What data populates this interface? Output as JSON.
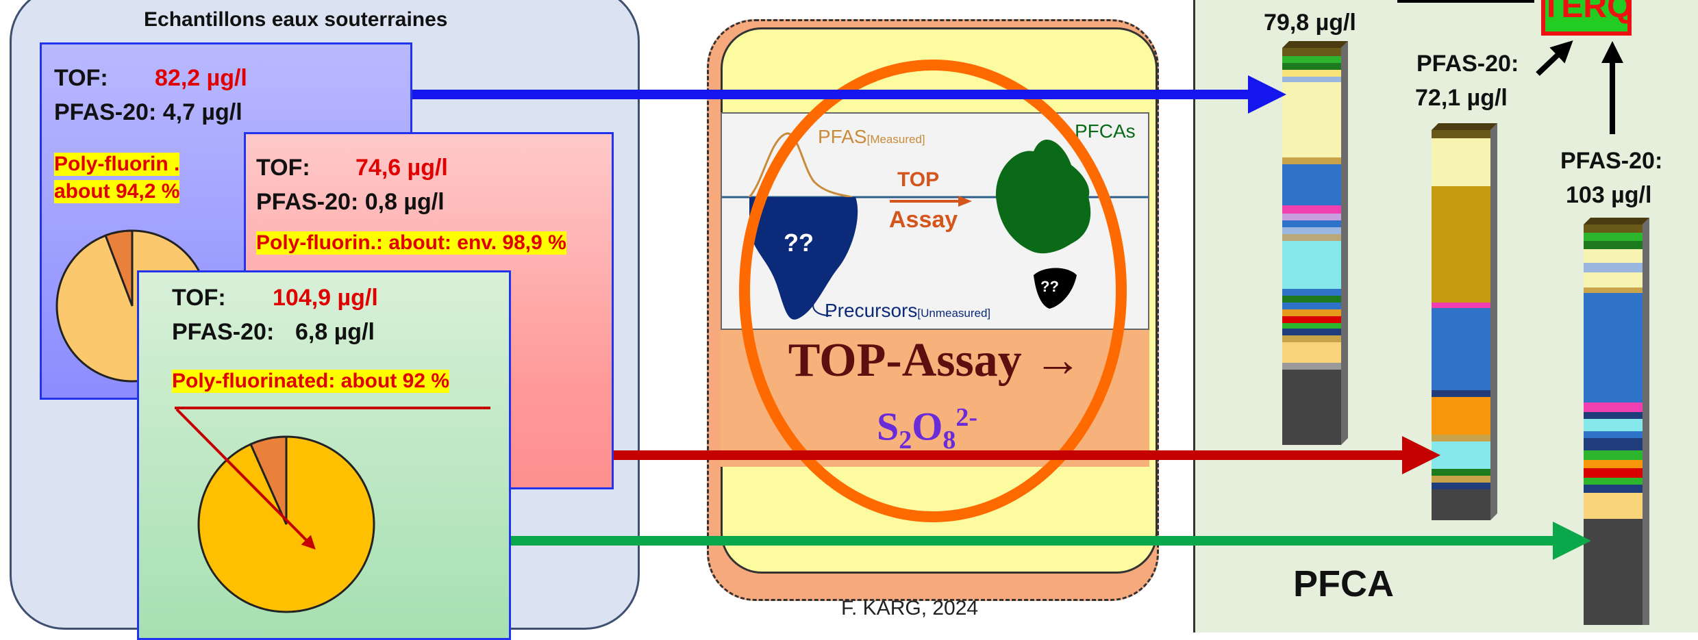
{
  "left_group": {
    "title": "Echantillons eaux souterraines",
    "samples": [
      {
        "tof_label": "TOF:",
        "tof_value": "82,2 µg/l",
        "pfas_text": "PFAS-20: 4,7 µg/l",
        "poly_line1": "Poly-fluorin .",
        "poly_line2": "about 94,2 %",
        "arrow_color": "#1515ee"
      },
      {
        "tof_label": "TOF:",
        "tof_value": "74,6 µg/l",
        "pfas_text": "PFAS-20: 0,8 µg/l",
        "poly_text": "Poly-fluorin.: about: env. 98,9 %",
        "arrow_color": "#c40000"
      },
      {
        "tof_label": "TOF:",
        "tof_value": "104,9 µg/l",
        "pfas_label": "PFAS-20:",
        "pfas_value": "6,8 µg/l",
        "poly_text": "Poly-fluorinated: about 92 %",
        "arrow_color": "#0aa84a"
      }
    ]
  },
  "middle": {
    "iceberg_left_label": "PFAS",
    "iceberg_left_sub": "[Measured]",
    "iceberg_right_label": "PFCAs",
    "iceberg_arrow_text_1": "TOP",
    "iceberg_arrow_text_2": "Assay",
    "iceberg_unknown_left": "??",
    "iceberg_unknown_right": "??",
    "precursors_label": "Precursors",
    "precursors_sub": "[Unmeasured]",
    "title": "TOP-Assay →",
    "formula_s": "S",
    "formula_s_sub": "2",
    "formula_o": "O",
    "formula_o_sub": "8",
    "formula_charge": "2-",
    "credit": "F. KARG, 2024"
  },
  "right": {
    "terq_label": "TERQ",
    "bar1_label": "79,8 µg/l",
    "bar2_label_1": "PFAS-20:",
    "bar2_label_2": "72,1 µg/l",
    "bar3_label_1": "PFAS-20:",
    "bar3_label_2": "103 µg/l",
    "pfca_label": "PFCA"
  },
  "colors": {
    "blue_arrow": "#1515ee",
    "red_arrow": "#c40000",
    "green_arrow": "#0aa84a",
    "ellipse": "#ff6a00",
    "pie_main": "#fcc86e",
    "pie_slice": "#e9813b"
  }
}
